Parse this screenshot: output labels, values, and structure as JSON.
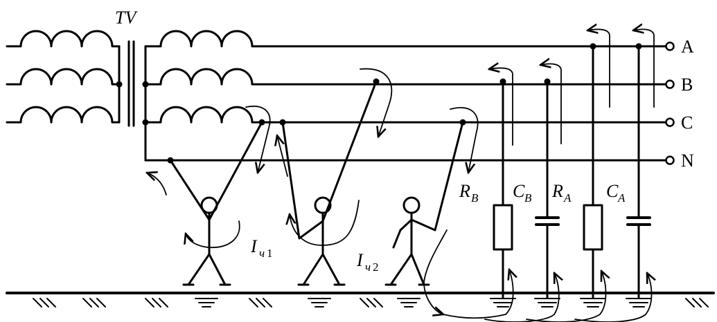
{
  "transformer": {
    "label": "TV"
  },
  "phases": {
    "a": "A",
    "b": "B",
    "c": "C",
    "n": "N"
  },
  "components": {
    "rb": {
      "main": "R",
      "sub": "B"
    },
    "cb": {
      "main": "C",
      "sub": "B"
    },
    "ra": {
      "main": "R",
      "sub": "A"
    },
    "ca": {
      "main": "C",
      "sub": "A"
    }
  },
  "currents": {
    "ich1": {
      "main": "I",
      "sub": "ч",
      "num": "1"
    },
    "ich2": {
      "main": "I",
      "sub": "ч",
      "num": "2"
    }
  }
}
